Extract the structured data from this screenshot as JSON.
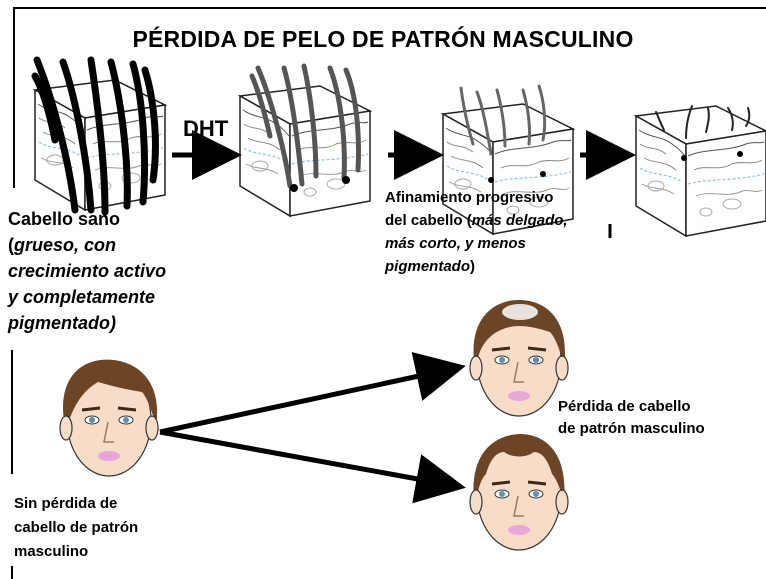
{
  "title": "PÉRDIDA DE PELO DE PATRÓN MASCULINO",
  "dht_label": "DHT",
  "healthy": {
    "head": "Cabello sano",
    "open": "(",
    "desc_1": "grueso, con",
    "desc_2": "crecimiento activo",
    "desc_3": "y completamente",
    "desc_4": "pigmentado)"
  },
  "thinning": {
    "line_1": "Afinamiento progresivo",
    "line_2_plain": "del cabello (",
    "line_2_italic": "más delgado,",
    "line_3": "más corto, y menos",
    "line_4_italic": "pigmentado",
    "line_4_close": ")"
  },
  "male_pattern": {
    "line_1": "Pérdida de cabello",
    "line_2": "de patrón masculino"
  },
  "no_pattern": {
    "line_1": "Sin pérdida de",
    "line_2": "cabello de patrón",
    "line_3": "masculino"
  },
  "colors": {
    "hair": "#6b4525",
    "skin": "#f7dcc8",
    "lips": "#e9a7d9",
    "eyes": "#5e8fb6"
  }
}
